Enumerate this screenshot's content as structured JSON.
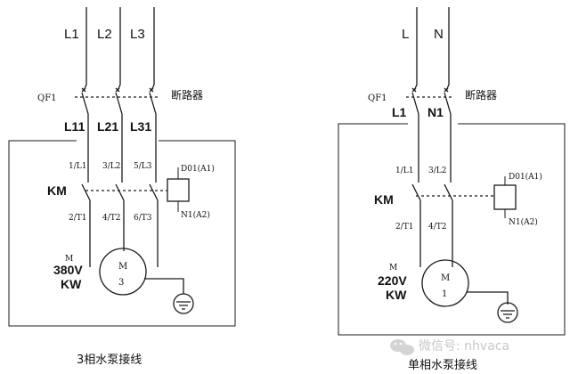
{
  "three_phase": {
    "supply_labels": [
      "L1",
      "L2",
      "L3"
    ],
    "breaker_id": "QF1",
    "breaker_name": "断路器",
    "line_labels": [
      "L11",
      "L21",
      "L31"
    ],
    "contact_top_labels": [
      "1/L1",
      "3/L2",
      "5/L3"
    ],
    "contact_bottom_labels": [
      "2/T1",
      "4/T2",
      "6/T3"
    ],
    "contactor_label": "KM",
    "coil_top_label": "D01(A1)",
    "coil_bottom_label": "N1(A2)",
    "motor_letter": "M",
    "motor_phase": "3",
    "motor_spec_m": "M",
    "motor_voltage": "380V",
    "motor_power": "KW",
    "caption": "3相水泵接线"
  },
  "single_phase": {
    "supply_labels": [
      "L",
      "N"
    ],
    "breaker_id": "QF1",
    "breaker_name": "断路器",
    "line_labels": [
      "L1",
      "N1"
    ],
    "contact_top_labels": [
      "1/L1",
      "3/L2"
    ],
    "contact_bottom_labels": [
      "2/T1",
      "4/T2"
    ],
    "contactor_label": "KM",
    "coil_top_label": "D01(A1)",
    "coil_bottom_label": "N1(A2)",
    "motor_letter": "M",
    "motor_phase": "1",
    "motor_spec_m": "M",
    "motor_voltage": "220V",
    "motor_power": "KW",
    "caption": "单相水泵接线"
  },
  "watermark": "微信号: nhvaca"
}
